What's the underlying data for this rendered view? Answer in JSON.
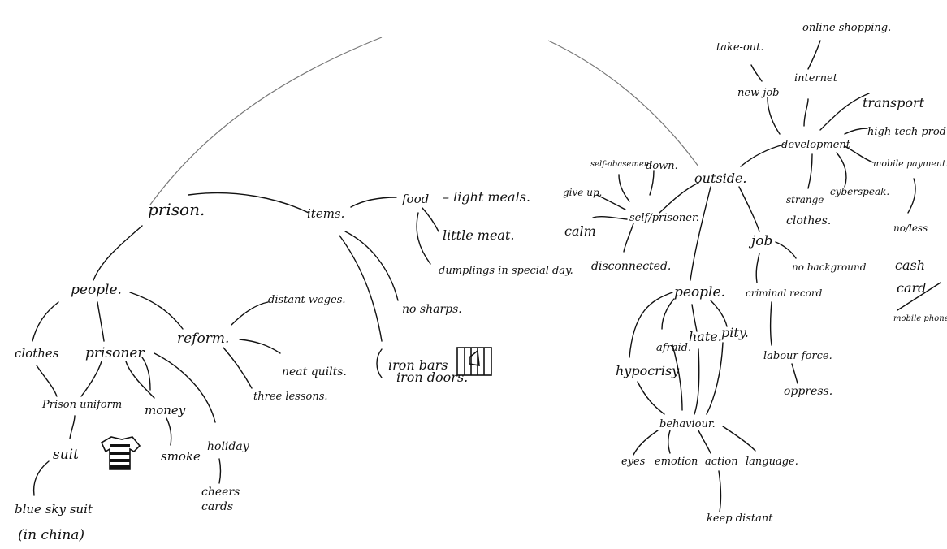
{
  "prison_branch": {
    "root": "prison.",
    "people": "people.",
    "clothes": "clothes",
    "prisoner": "prisoner",
    "prison_uniform": "Prison uniform",
    "suit": "suit",
    "blue_sky_suit_1": "blue sky suit",
    "blue_sky_suit_2": "(in china)",
    "money": "money",
    "smoke": "smoke",
    "holiday": "holiday",
    "cheers_cards_1": "cheers",
    "cheers_cards_2": "cards",
    "reform": "reform.",
    "distant_wages": "distant wages.",
    "neat_quilts": "neat quilts.",
    "three_lessons": "three lessons.",
    "items": "items.",
    "food": "food",
    "light_meals": "– light meals.",
    "little_meat": "little meat.",
    "dumplings": "dumplings in special day.",
    "no_sharps": "no sharps.",
    "iron_bars": "iron bars",
    "iron_doors": "iron doors."
  },
  "outside_branch": {
    "root": "outside.",
    "development": "development",
    "take_out": "take-out.",
    "online_shopping": "online shopping.",
    "new_job": "new job",
    "internet": "internet",
    "transport": "transport",
    "high_tech": "high-tech products",
    "mobile_payment": "mobile payment.",
    "strange_clothes_1": "strange",
    "strange_clothes_2": "clothes.",
    "cyberspeak": "cyberspeak.",
    "no_less_1": "no/less",
    "no_less_2": "cash",
    "card": "card",
    "mobile_phone": "mobile phone",
    "self_prisoner": "self/prisoner.",
    "self_abasement": "self-abasement.",
    "down": "down.",
    "give_up": "give up.",
    "calm": "calm",
    "disconnected": "disconnected.",
    "job": "job",
    "no_background": "no background",
    "criminal_record": "criminal record",
    "labour_force": "labour force.",
    "oppress": "oppress.",
    "people": "people.",
    "afraid": "afraid.",
    "hate": "hate.",
    "pity": "pity.",
    "hypocrisy": "hypocrisy",
    "behaviour": "behaviour.",
    "eyes": "eyes",
    "emotion": "emotion",
    "action": "action",
    "language": "language.",
    "keep_distant": "keep distant"
  }
}
